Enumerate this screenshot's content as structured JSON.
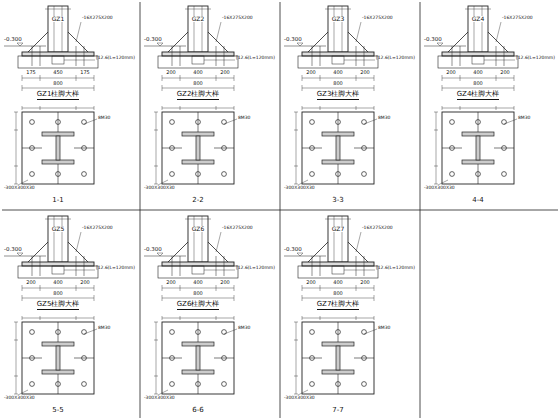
{
  "diagram": {
    "labels": [
      "GZ1",
      "-0.300",
      "175",
      "450",
      "175",
      "800",
      "[12.6(L=120mm)",
      "-16X275X200",
      "GZ1柱脚大样",
      "-300X300X30",
      "8M30",
      "1-1",
      "GZ2",
      "-0.300",
      "200",
      "400",
      "200",
      "800",
      "[12.6(L=120mm)",
      "-16X275X200",
      "GZ2柱脚大样",
      "-300X300X30",
      "8M30",
      "2-2",
      "GZ3",
      "-0.300",
      "200",
      "400",
      "200",
      "800",
      "[12.6(L=120mm)",
      "-16X275X200",
      "GZ3柱脚大样",
      "-300X300X30",
      "8M30",
      "3-3",
      "GZ4",
      "-0.300",
      "200",
      "400",
      "200",
      "800",
      "[12.6(L=120mm)",
      "-16X275X200",
      "GZ4柱脚大样",
      "-300X300X30",
      "8M30",
      "4-4",
      "GZ5",
      "-0.300",
      "200",
      "400",
      "200",
      "800",
      "[12.6(L=120mm)",
      "-16X275X200",
      "GZ5柱脚大样",
      "-300X300X30",
      "8M30",
      "5-5",
      "GZ6",
      "-0.300",
      "200",
      "400",
      "200",
      "800",
      "[12.6(L=120mm)",
      "-16X275X200",
      "GZ6柱脚大样",
      "-300X300X30",
      "8M30",
      "6-6",
      "GZ7",
      "-0.300",
      "200",
      "400",
      "200",
      "800",
      "[12.6(L=120mm)",
      "-16X275X200",
      "GZ7柱脚大样",
      "-300X300X30",
      "8M30",
      "7-7"
    ]
  }
}
